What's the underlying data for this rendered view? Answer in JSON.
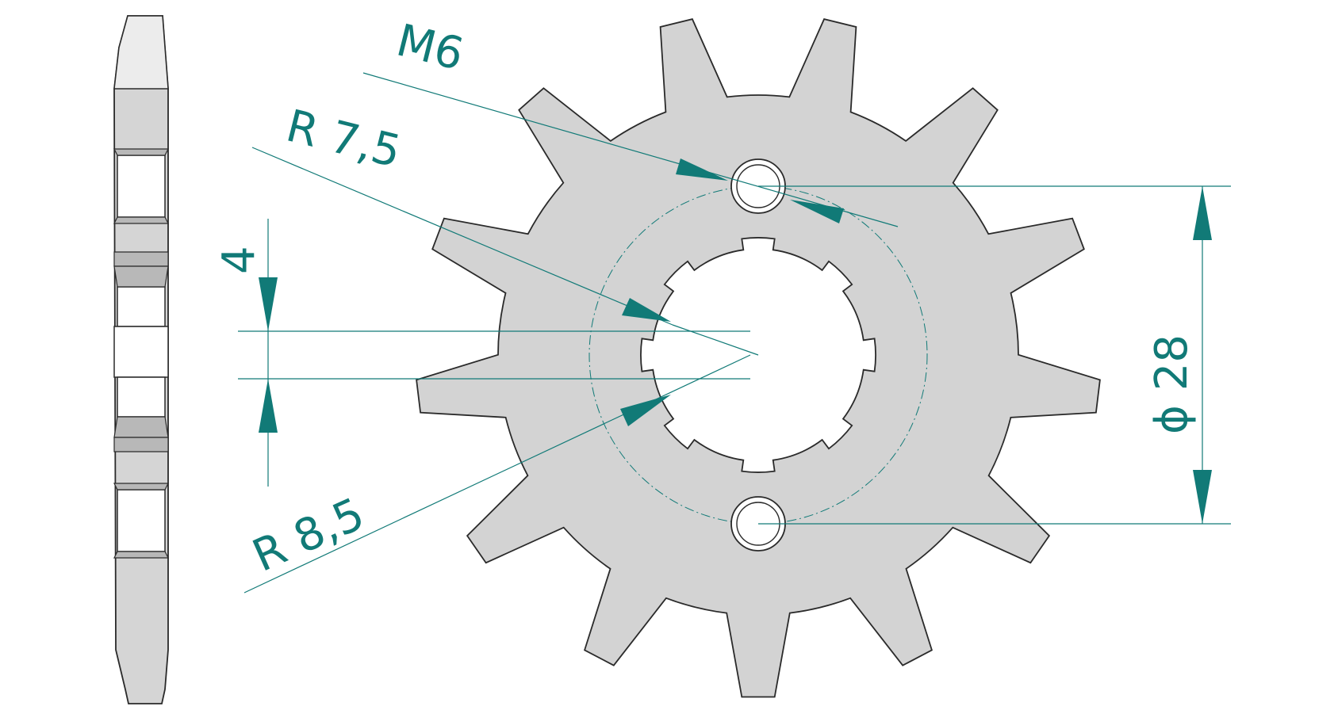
{
  "labels": {
    "thread": "M6",
    "r_outer": "R 7,5",
    "r_inner": "R 8,5",
    "spline_width": "4",
    "diameter": "ϕ 28"
  },
  "sprocket": {
    "teeth": 13,
    "hole_count": 2
  },
  "colors": {
    "dimension": "#117a77",
    "part_fill": "#d3d3d3",
    "part_outline": "#2a2a2a",
    "background": "#ffffff"
  }
}
